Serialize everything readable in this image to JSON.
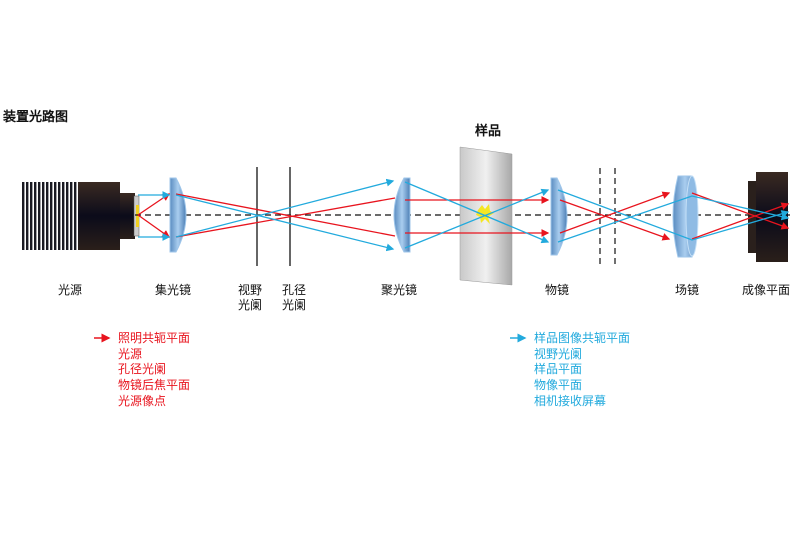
{
  "title": "装置光路图",
  "sample_label": "样品",
  "components": {
    "light_source": "光源",
    "collector_lens": "集光镜",
    "field_stop": "视野\n光阑",
    "field_stop_lines": [
      "视野",
      "光阑"
    ],
    "aperture_stop_lines": [
      "孔径",
      "光阑"
    ],
    "condenser": "聚光镜",
    "objective": "物镜",
    "field_lens": "场镜",
    "image_plane": "成像平面"
  },
  "legend": {
    "illumination": {
      "color": "#e8141e",
      "heading": "照明共轭平面",
      "items": [
        "光源",
        "孔径光阑",
        "物镜后焦平面",
        "光源像点"
      ]
    },
    "image": {
      "color": "#22aadd",
      "heading": "样品图像共轭平面",
      "items": [
        "视野光阑",
        "样品平面",
        "物像平面",
        "相机接收屏幕"
      ]
    }
  }
}
